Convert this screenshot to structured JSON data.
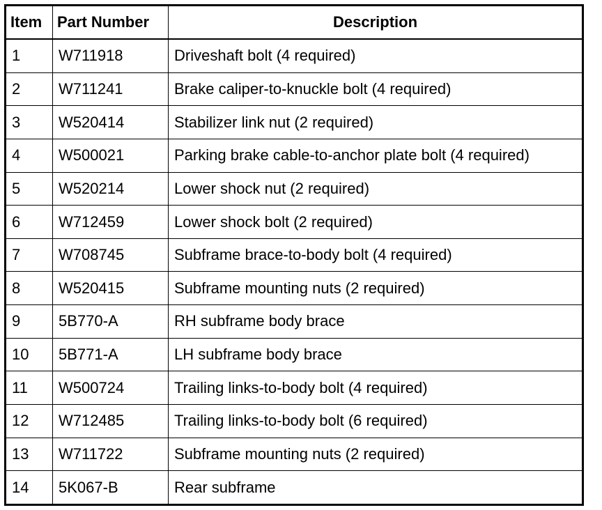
{
  "table": {
    "headers": {
      "item": "Item",
      "part_number": "Part Number",
      "description": "Description"
    },
    "rows": [
      {
        "item": "1",
        "part_number": "W711918",
        "description": "Driveshaft bolt (4 required)"
      },
      {
        "item": "2",
        "part_number": "W711241",
        "description": "Brake caliper-to-knuckle bolt (4 required)"
      },
      {
        "item": "3",
        "part_number": "W520414",
        "description": "Stabilizer link nut (2 required)"
      },
      {
        "item": "4",
        "part_number": "W500021",
        "description": "Parking brake cable-to-anchor plate bolt (4 required)"
      },
      {
        "item": "5",
        "part_number": "W520214",
        "description": "Lower shock nut (2 required)"
      },
      {
        "item": "6",
        "part_number": "W712459",
        "description": "Lower shock bolt (2 required)"
      },
      {
        "item": "7",
        "part_number": "W708745",
        "description": "Subframe brace-to-body bolt (4 required)"
      },
      {
        "item": "8",
        "part_number": "W520415",
        "description": "Subframe mounting nuts (2 required)"
      },
      {
        "item": "9",
        "part_number": "5B770-A",
        "description": "RH subframe body brace"
      },
      {
        "item": "10",
        "part_number": "5B771-A",
        "description": "LH subframe body brace"
      },
      {
        "item": "11",
        "part_number": "W500724",
        "description": "Trailing links-to-body bolt (4 required)"
      },
      {
        "item": "12",
        "part_number": "W712485",
        "description": "Trailing links-to-body bolt (6 required)"
      },
      {
        "item": "13",
        "part_number": "W711722",
        "description": "Subframe mounting nuts (2 required)"
      },
      {
        "item": "14",
        "part_number": "5K067-B",
        "description": "Rear subframe"
      }
    ]
  }
}
